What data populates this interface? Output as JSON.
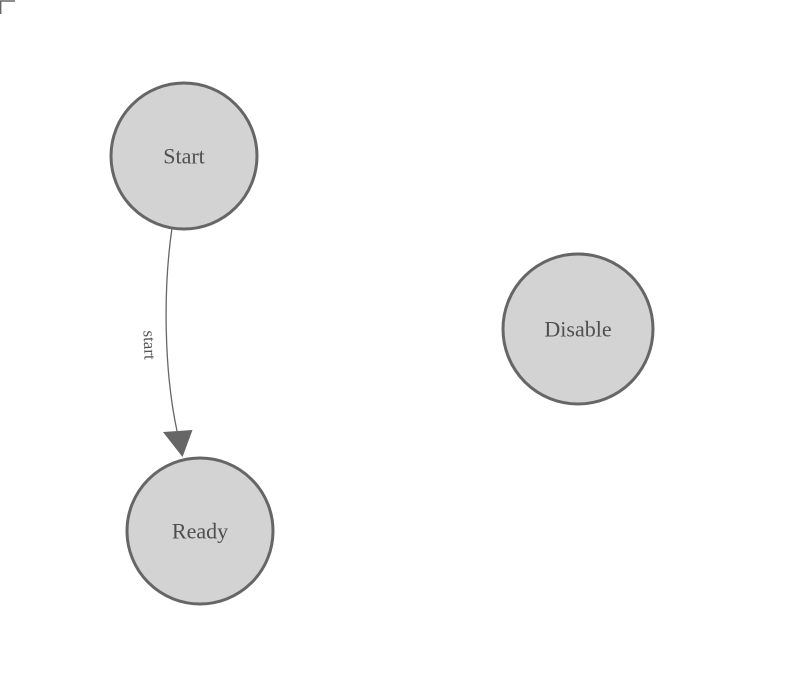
{
  "diagram": {
    "type": "state-machine",
    "colors": {
      "background": "#ffffff",
      "node_fill": "#d3d3d3",
      "node_stroke": "#666666",
      "node_label_color": "#4f4f4f",
      "edge_color": "#666666"
    },
    "nodes": [
      {
        "id": "start",
        "label": "Start"
      },
      {
        "id": "ready",
        "label": "Ready"
      },
      {
        "id": "disable",
        "label": "Disable"
      }
    ],
    "edges": [
      {
        "from": "Start",
        "to": "Ready",
        "label": "start"
      }
    ]
  }
}
